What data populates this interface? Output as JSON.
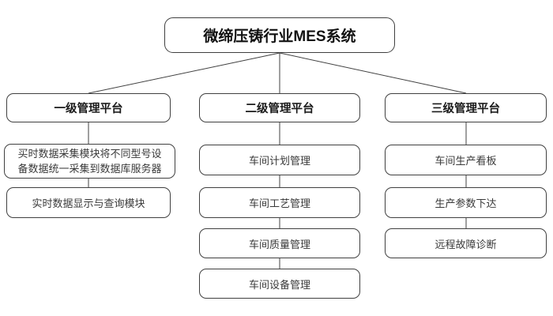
{
  "diagram": {
    "title": "微缔压铸行业MES系统",
    "columns": [
      {
        "header": "一级管理平台",
        "items": [
          "买时数据采集模块将不同型号设备数据统一采集到数据库服务器",
          "实时数据显示与查询模块"
        ]
      },
      {
        "header": "二级管理平台",
        "items": [
          "车间计划管理",
          "车间工艺管理",
          "车间质量管理",
          "车间设备管理"
        ]
      },
      {
        "header": "三级管理平台",
        "items": [
          "车间生产看板",
          "生产参数下达",
          "远程故障诊断"
        ]
      }
    ],
    "colors": {
      "line": "#404040",
      "border": "#404040",
      "title_text": "#111111",
      "item_text": "#3a3a3a",
      "background": "#ffffff"
    }
  }
}
